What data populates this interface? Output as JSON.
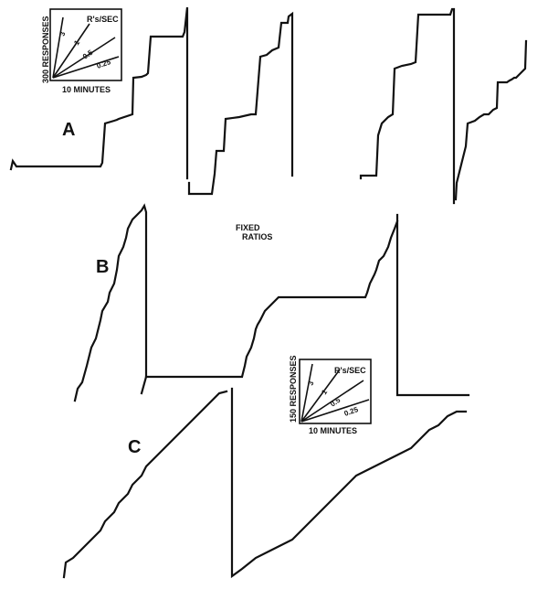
{
  "chart_data": {
    "type": "line",
    "title": "",
    "center_labels": [
      "FIXED",
      "RATIOS"
    ],
    "panels": [
      {
        "label": "A"
      },
      {
        "label": "B"
      },
      {
        "label": "C"
      }
    ],
    "scale_keys": [
      {
        "y_label": "300 RESPONSES",
        "x_label": "10 MINUTES",
        "header": "R's/SEC",
        "slopes": [
          "3",
          "1",
          "0.5",
          "0.25"
        ]
      },
      {
        "y_label": "150 RESPONSES",
        "x_label": "10 MINUTES",
        "header": "R's/SEC",
        "slopes": [
          "3",
          "1",
          "0.5",
          "0.25"
        ]
      }
    ]
  },
  "colors": {
    "ink": "#111111",
    "paper": "#ffffff"
  }
}
